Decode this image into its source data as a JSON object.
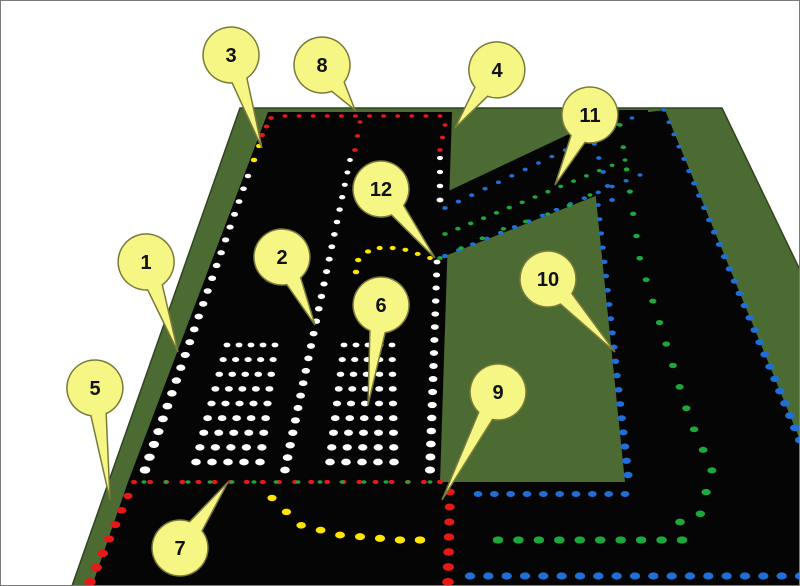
{
  "callouts": [
    {
      "id": "1",
      "text": "1"
    },
    {
      "id": "2",
      "text": "2"
    },
    {
      "id": "3",
      "text": "3"
    },
    {
      "id": "4",
      "text": "4"
    },
    {
      "id": "5",
      "text": "5"
    },
    {
      "id": "6",
      "text": "6"
    },
    {
      "id": "7",
      "text": "7"
    },
    {
      "id": "8",
      "text": "8"
    },
    {
      "id": "9",
      "text": "9"
    },
    {
      "id": "10",
      "text": "10"
    },
    {
      "id": "11",
      "text": "11"
    },
    {
      "id": "12",
      "text": "12"
    }
  ],
  "colors": {
    "ground": "#4c6b32",
    "ground_edge": "#2f4520",
    "road": "#050505",
    "white_light": "#ffffff",
    "red_light": "#e61919",
    "yellow_light": "#ffe600",
    "green_light": "#1ea83c",
    "blue_light": "#1f6fd6",
    "callout_fill": "#f6f684",
    "callout_stroke": "#7a7a3a"
  }
}
